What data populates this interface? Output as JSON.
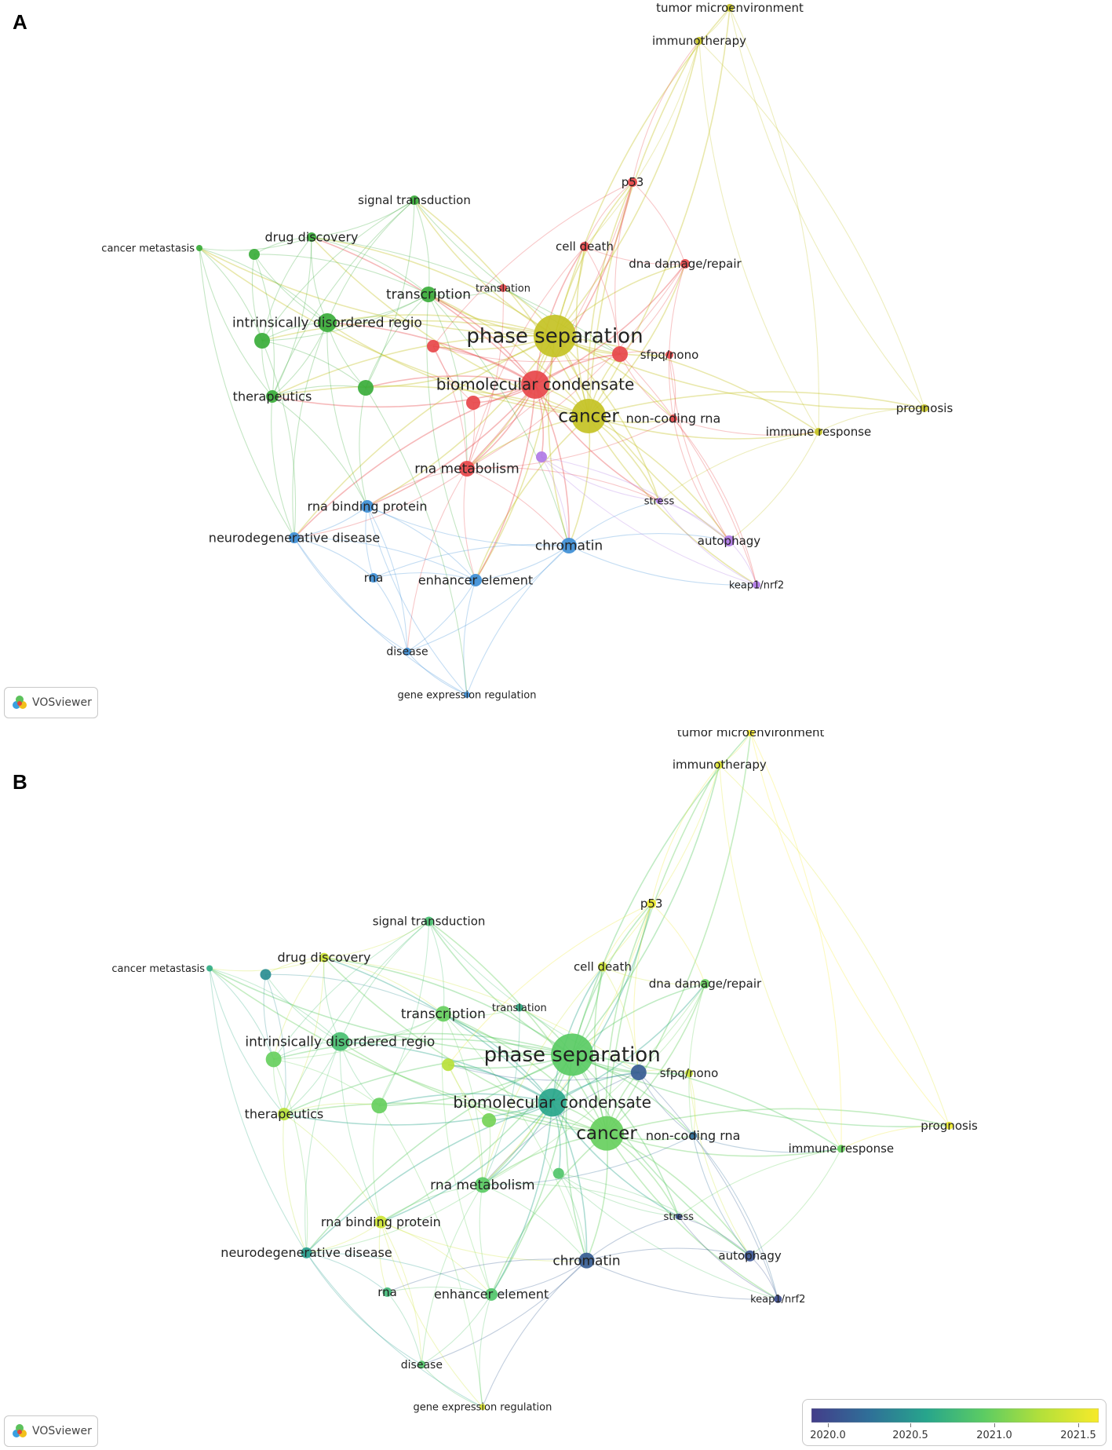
{
  "panels": [
    {
      "letter": "A",
      "badge": "VOSviewer"
    },
    {
      "letter": "B",
      "badge": "VOSviewer"
    }
  ],
  "legend": {
    "min": 2020.0,
    "max": 2021.6,
    "ticks": [
      "2020.0",
      "2020.5",
      "2021.0",
      "2021.5"
    ],
    "colors": [
      "#433d8a",
      "#2f6f98",
      "#27a58c",
      "#5ccc63",
      "#b4e03a",
      "#f7ea2a"
    ]
  },
  "cluster_colors": {
    "red": "#e7474a",
    "yellow": "#c4c224",
    "green": "#3aac3a",
    "blue": "#3d8ed6",
    "purple": "#b07ae6"
  },
  "nodes": [
    {
      "id": "tumor_microenvironment",
      "label": "tumor microenvironment",
      "cluster": "yellow",
      "year": 2021.6
    },
    {
      "id": "immunotherapy",
      "label": "immunotherapy",
      "cluster": "yellow",
      "year": 2021.5
    },
    {
      "id": "p53",
      "label": "p53",
      "cluster": "red",
      "year": 2021.55
    },
    {
      "id": "signal_transduction",
      "label": "signal transduction",
      "cluster": "green",
      "year": 2020.85
    },
    {
      "id": "drug_discovery",
      "label": "drug discovery",
      "cluster": "green",
      "year": 2021.4
    },
    {
      "id": "cancer_metastasis",
      "label": "cancer metastasis",
      "cluster": "green",
      "year": 2020.7
    },
    {
      "id": "n_unlabeled_cm",
      "label": "",
      "cluster": "green",
      "year": 2020.5
    },
    {
      "id": "cell_death",
      "label": "cell death",
      "cluster": "red",
      "year": 2021.4
    },
    {
      "id": "dna_damage_repair",
      "label": "dna damage/repair",
      "cluster": "red",
      "year": 2021.0
    },
    {
      "id": "transcription",
      "label": "transcription",
      "cluster": "green",
      "year": 2021.0
    },
    {
      "id": "translation",
      "label": "translation",
      "cluster": "red",
      "year": 2020.7
    },
    {
      "id": "intrinsically_disordered_regio",
      "label": "intrinsically disordered regio",
      "cluster": "green",
      "year": 2020.85
    },
    {
      "id": "n_green_left",
      "label": "",
      "cluster": "green",
      "year": 2021.0
    },
    {
      "id": "phase_separation",
      "label": "phase separation",
      "cluster": "yellow",
      "year": 2020.95
    },
    {
      "id": "n_red_small",
      "label": "",
      "cluster": "red",
      "year": 2021.3
    },
    {
      "id": "sfpq_nono",
      "label": "sfpq/nono",
      "cluster": "red",
      "year": 2021.4
    },
    {
      "id": "n_red_sfpq",
      "label": "",
      "cluster": "red",
      "year": 2020.2
    },
    {
      "id": "therapeutics",
      "label": "therapeutics",
      "cluster": "green",
      "year": 2021.3
    },
    {
      "id": "n_green_mid",
      "label": "",
      "cluster": "green",
      "year": 2021.0
    },
    {
      "id": "biomolecular_condensate",
      "label": "biomolecular condensate",
      "cluster": "red",
      "year": 2020.65
    },
    {
      "id": "n_red_mid",
      "label": "",
      "cluster": "red",
      "year": 2021.05
    },
    {
      "id": "cancer",
      "label": "cancer",
      "cluster": "yellow",
      "year": 2021.0
    },
    {
      "id": "non_coding_rna",
      "label": "non-coding rna",
      "cluster": "red",
      "year": 2020.3
    },
    {
      "id": "prognosis",
      "label": "prognosis",
      "cluster": "yellow",
      "year": 2021.55
    },
    {
      "id": "immune_response",
      "label": "immune response",
      "cluster": "yellow",
      "year": 2021.0
    },
    {
      "id": "rna_metabolism",
      "label": "rna metabolism",
      "cluster": "red",
      "year": 2020.95
    },
    {
      "id": "n_purple_mid",
      "label": "",
      "cluster": "purple",
      "year": 2020.9
    },
    {
      "id": "stress",
      "label": "stress",
      "cluster": "purple",
      "year": 2020.15
    },
    {
      "id": "rna_binding_protein",
      "label": "rna binding protein",
      "cluster": "blue",
      "year": 2021.4
    },
    {
      "id": "neurodegenerative_disease",
      "label": "neurodegenerative disease",
      "cluster": "blue",
      "year": 2020.6
    },
    {
      "id": "chromatin",
      "label": "chromatin",
      "cluster": "blue",
      "year": 2020.2
    },
    {
      "id": "autophagy",
      "label": "autophagy",
      "cluster": "purple",
      "year": 2020.15
    },
    {
      "id": "rna",
      "label": "rna",
      "cluster": "blue",
      "year": 2020.8
    },
    {
      "id": "enhancer_element",
      "label": "enhancer element",
      "cluster": "blue",
      "year": 2020.9
    },
    {
      "id": "keap1_nrf2",
      "label": "keap1/nrf2",
      "cluster": "purple",
      "year": 2020.1
    },
    {
      "id": "disease",
      "label": "disease",
      "cluster": "blue",
      "year": 2020.9
    },
    {
      "id": "gene_expression_regulation",
      "label": "gene expression regulation",
      "cluster": "blue",
      "year": 2021.5
    }
  ]
}
